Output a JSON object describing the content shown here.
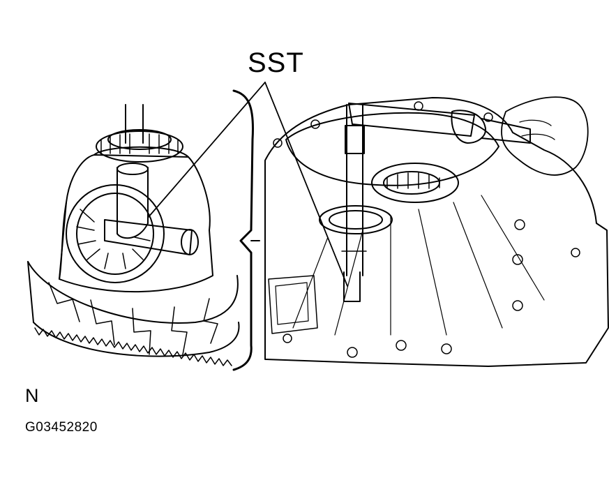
{
  "callout": {
    "label": "SST"
  },
  "view_letter": "N",
  "figure_code": "G03452820",
  "colors": {
    "ink": "#000000",
    "background": "#ffffff"
  }
}
